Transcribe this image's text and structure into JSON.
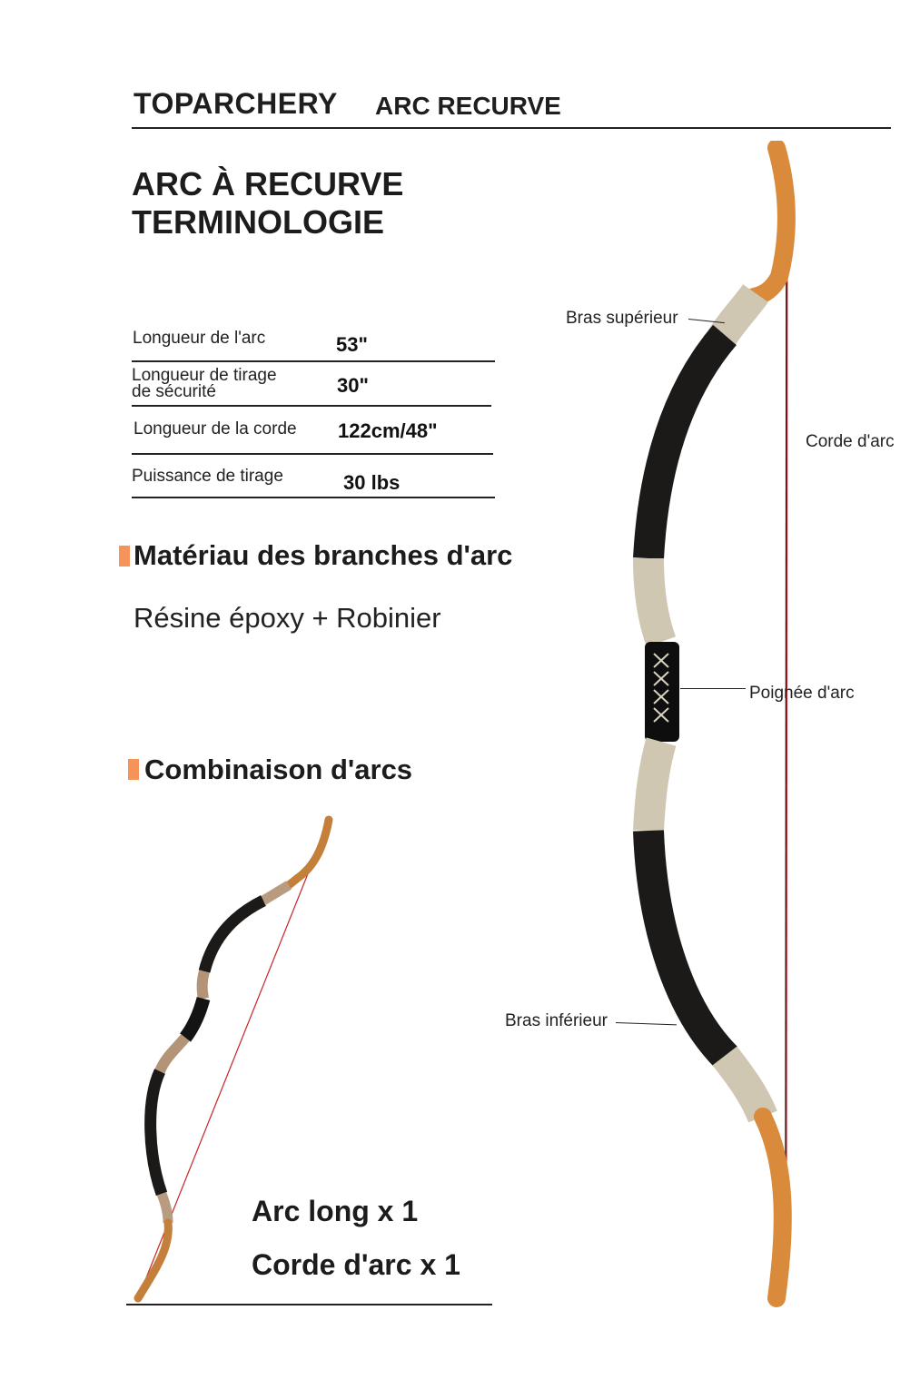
{
  "header": {
    "brand": "TOPARCHERY",
    "subtitle": "ARC RECURVE"
  },
  "title": {
    "line1": "ARC À RECURVE",
    "line2": "TERMINOLOGIE"
  },
  "specs": [
    {
      "label": "Longueur de l'arc",
      "value": "53\""
    },
    {
      "label_line1": "Longueur de tirage",
      "label_line2": "de sécurité",
      "value": "30\""
    },
    {
      "label": "Longueur de la corde",
      "value": "122cm/48\""
    },
    {
      "label": "Puissance de tirage",
      "value": "30 lbs"
    }
  ],
  "material": {
    "heading": "Matériau des branches d'arc",
    "text": "Résine époxy + Robinier"
  },
  "combination": {
    "heading": "Combinaison d'arcs",
    "items": [
      "Arc long x 1",
      "Corde d'arc x 1"
    ]
  },
  "annotations": {
    "upper_limb": "Bras supérieur",
    "string": "Corde d'arc",
    "grip": "Poignée d'arc",
    "lower_limb": "Bras inférieur"
  },
  "colors": {
    "accent_marker": "#f5935a",
    "wood": "#d98a3a",
    "limb_black": "#1b1a18",
    "wrap": "#cfc7b2",
    "string_red": "#c8242a"
  }
}
